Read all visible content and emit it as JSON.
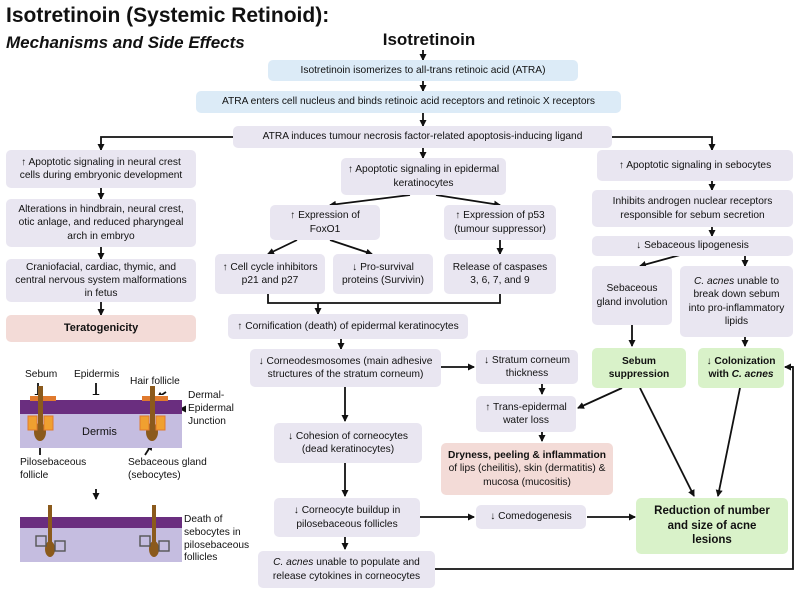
{
  "title": {
    "line1": "Isotretinoin (Systemic Retinoid):",
    "line2": "Mechanisms and Side Effects"
  },
  "heading": "Isotretinoin",
  "boxes": {
    "isomerize": "Isotretinoin isomerizes to all-trans retinoic acid (ATRA)",
    "atra_nucleus": "ATRA enters cell nucleus and binds retinoic acid receptors and retinoic X receptors",
    "trail": "ATRA induces tumour necrosis factor-related apoptosis-inducing ligand",
    "neural_crest": "↑ Apoptotic signaling in neural crest cells during embryonic development",
    "hindbrain": "Alterations in hindbrain, neural crest, otic anlage, and reduced pharyngeal arch in embryo",
    "malformations": "Craniofacial, cardiac, thymic, and central nervous system malformations in fetus",
    "teratogenicity": "Teratogenicity",
    "keratinocytes": "↑ Apoptotic signaling in epidermal keratinocytes",
    "foxo1": "↑ Expression of FoxO1",
    "p53": "↑ Expression of p53 (tumour suppressor)",
    "cell_cycle": "↑ Cell cycle inhibitors p21 and p27",
    "prosurvival": "↓ Pro-survival proteins (Survivin)",
    "caspases": "Release of caspases 3, 6, 7, and 9",
    "cornification": "↑ Cornification (death) of epidermal keratinocytes",
    "corneodesmosomes": "↓ Corneodesmosomes (main adhesive structures of the stratum corneum)",
    "stratum_thickness": "↓ Stratum corneum thickness",
    "water_loss": "↑ Trans-epidermal water loss",
    "dryness_title": "Dryness, peeling & inflammation",
    "dryness_body": "of lips (cheilitis), skin (dermatitis) & mucosa (mucositis)",
    "cohesion": "↓ Cohesion of corneocytes (dead keratinocytes)",
    "buildup": "↓ Corneocyte buildup in pilosebaceous follicles",
    "comedogenesis": "↓ Comedogenesis",
    "acnes_populate_italic": "C. acnes",
    "acnes_populate_rest": "unable to populate and release cytokines in corneocytes",
    "sebocytes": "↑ Apoptotic signaling in sebocytes",
    "androgen": "Inhibits androgen nuclear receptors responsible for sebum secretion",
    "lipogenesis": "↓ Sebaceous lipogenesis",
    "gland_involution": "Sebaceous gland involution",
    "acnes_sebum_italic": "C. acnes",
    "acnes_sebum_rest": "unable to break down sebum into pro-inflammatory lipids",
    "sebum_suppression": "Sebum suppression",
    "colonization_prefix": "↓ Colonization with",
    "colonization_italic": "C. acnes",
    "reduction": "Reduction of number and size of acne lesions"
  },
  "illustration": {
    "sebum": "Sebum",
    "epidermis": "Epidermis",
    "hair_follicle": "Hair follicle",
    "dermal_junction": "Dermal-Epidermal Junction",
    "dermis": "Dermis",
    "pilosebaceous": "Pilosebaceous follicle",
    "sebaceous_gland": "Sebaceous gland (sebocytes)",
    "death_sebocytes": "Death of sebocytes in pilosebaceous follicles"
  },
  "colors": {
    "lavender_box": "#e9e6f1",
    "blue_box": "#dcebf7",
    "red_box": "#f3dbd7",
    "green_box": "#d9f2c9",
    "epidermis_purple": "#6a2e7f",
    "dermis_lavender": "#c5bde0",
    "follicle_brown": "#8b5a1c",
    "gland_orange": "#f0a030"
  }
}
